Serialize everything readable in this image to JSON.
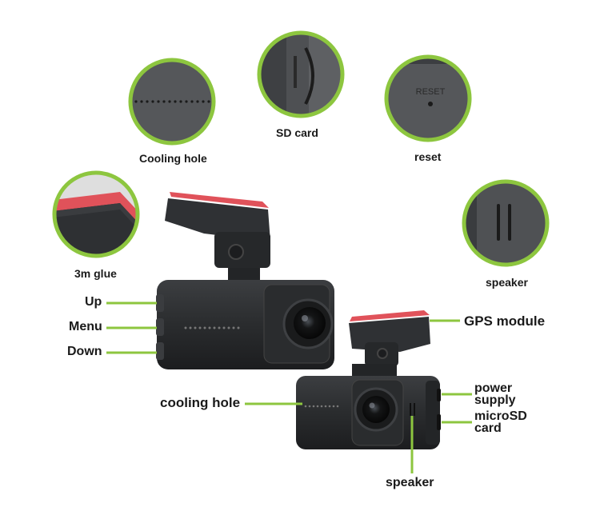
{
  "colors": {
    "accent": "#8dc63f",
    "body": "#2b2d2f",
    "pad": "#e0525a",
    "background": "#ffffff"
  },
  "callouts": {
    "cooling_hole_top": "Cooling hole",
    "sd_card": "SD card",
    "reset": "reset",
    "glue": "3m glue",
    "speaker_right": "speaker",
    "up": "Up",
    "menu": "Menu",
    "down": "Down",
    "gps_module": "GPS module",
    "cooling_hole_bottom": "cooling hole",
    "power_supply_1": "power",
    "power_supply_2": "supply",
    "microsd_1": "microSD",
    "microsd_2": "card",
    "speaker_bottom": "speaker"
  },
  "detail_text": {
    "reset_print": "RESET"
  },
  "icons": [
    "cooling-hole-zoom",
    "sd-slot-zoom",
    "reset-zoom",
    "glue-pad-zoom",
    "speaker-grille-zoom",
    "dashcam-front",
    "dashcam-side"
  ]
}
